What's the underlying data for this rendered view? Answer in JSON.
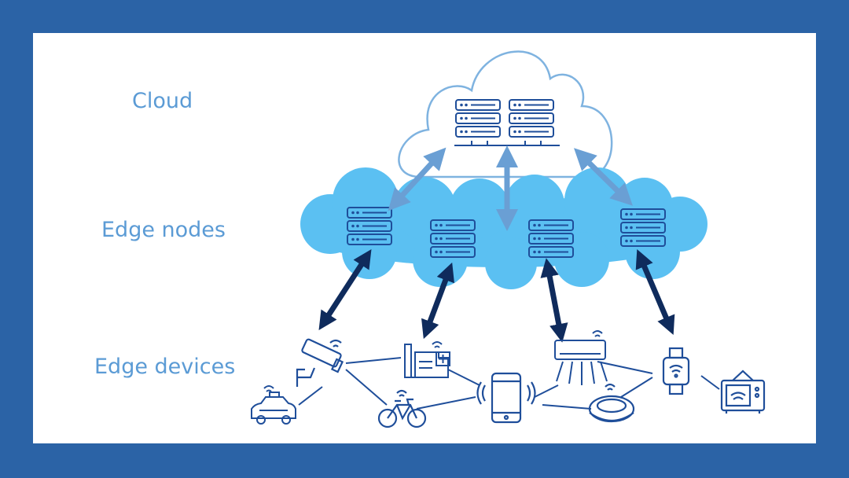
{
  "labels": {
    "cloud": "Cloud",
    "edge_nodes": "Edge nodes",
    "edge_devices": "Edge devices"
  },
  "colors": {
    "frame": "#2b63a6",
    "panel": "#ffffff",
    "label_text": "#5b9bd5",
    "edge_cloud_fill": "#5bc0f2",
    "cloud_outline": "#7fb3e0",
    "icon_stroke": "#1f4e9a",
    "upper_arrow": "#6a9fd4",
    "lower_arrow": "#0f2b5c"
  },
  "devices": [
    {
      "id": "security-camera",
      "icon": "security-camera-icon"
    },
    {
      "id": "car",
      "icon": "taxi-icon"
    },
    {
      "id": "factory",
      "icon": "factory-icon"
    },
    {
      "id": "bicycle",
      "icon": "bicycle-icon"
    },
    {
      "id": "smartphone",
      "icon": "smartphone-icon"
    },
    {
      "id": "air-conditioner",
      "icon": "air-conditioner-icon"
    },
    {
      "id": "robot-vacuum",
      "icon": "robot-vacuum-icon"
    },
    {
      "id": "smartwatch",
      "icon": "smartwatch-icon"
    },
    {
      "id": "television",
      "icon": "television-icon"
    }
  ]
}
